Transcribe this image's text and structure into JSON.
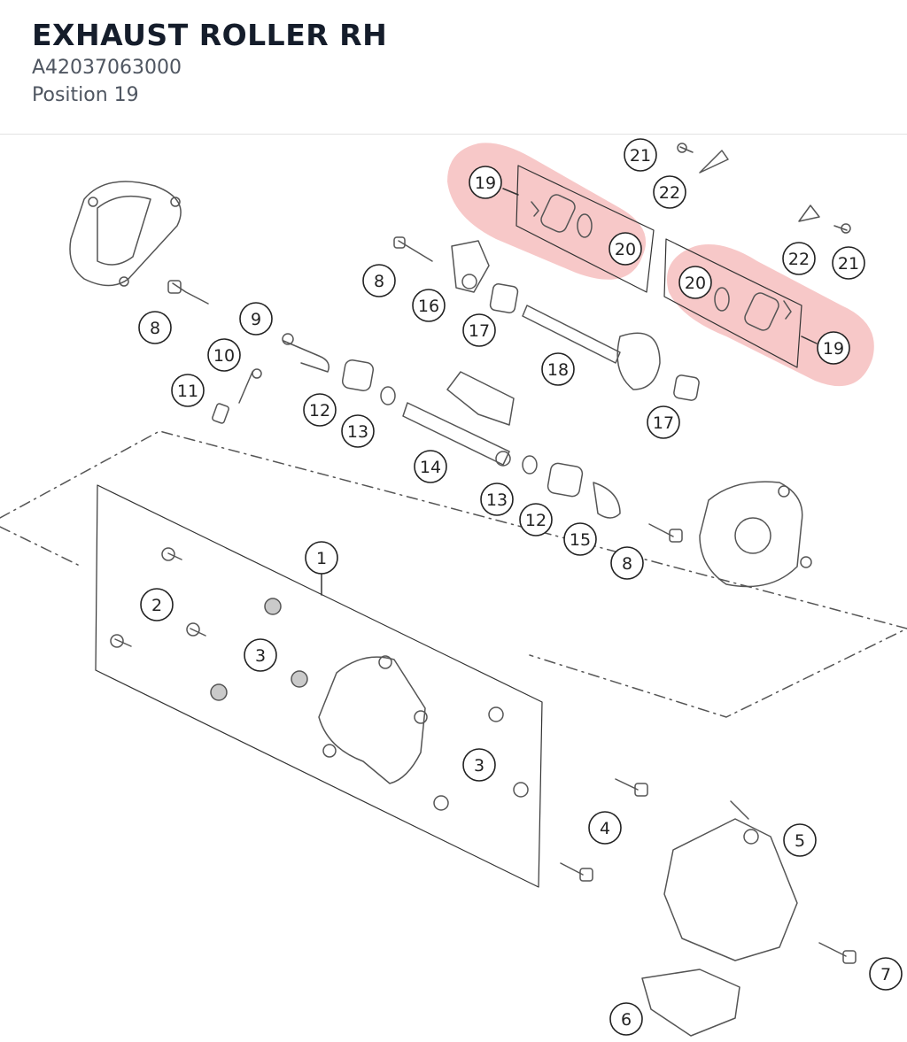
{
  "header": {
    "title": "EXHAUST ROLLER RH",
    "part_number": "A42037063000",
    "position": "Position 19"
  },
  "highlight_color": "#f19a9a",
  "callouts": [
    "19",
    "20",
    "21",
    "22",
    "20",
    "19",
    "21",
    "22",
    "8",
    "16",
    "17",
    "18",
    "8",
    "9",
    "10",
    "11",
    "12",
    "13",
    "14",
    "17",
    "13",
    "12",
    "15",
    "8",
    "1",
    "2",
    "3",
    "3",
    "4",
    "5",
    "6",
    "7"
  ]
}
